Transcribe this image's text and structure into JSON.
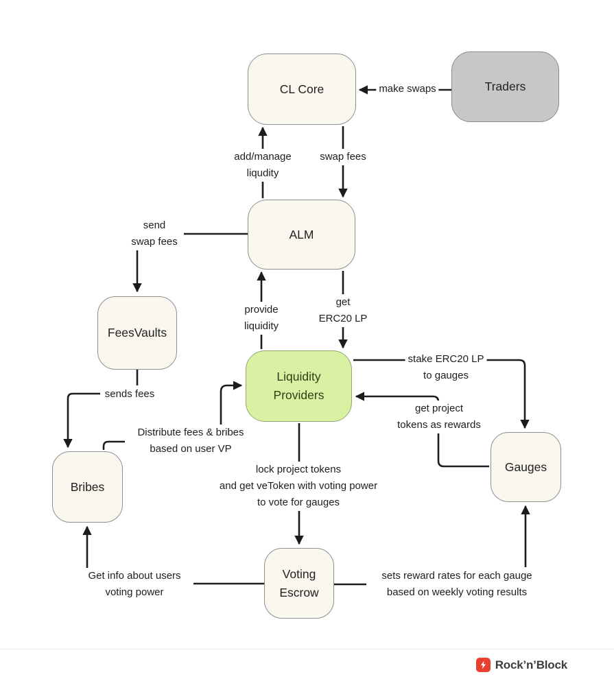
{
  "diagram": {
    "nodes": {
      "cl_core": "CL Core",
      "traders": "Traders",
      "alm": "ALM",
      "fees_vaults": "FeesVaults",
      "liquidity_providers": "Liquidity\nProviders",
      "bribes": "Bribes",
      "gauges": "Gauges",
      "voting_escrow": "Voting\nEscrow"
    },
    "edge_labels": {
      "make_swaps": "make swaps",
      "swap_fees": "swap fees",
      "add_manage_liquidity": "add/manage\nliqudity",
      "send_swap_fees": "send\nswap fees",
      "provide_liquidity": "provide\nliquidity",
      "get_erc20_lp": "get\nERC20 LP",
      "sends_fees": "sends fees",
      "distribute_fees": "Distribute fees & bribes\nbased on user VP",
      "stake_erc20": "stake ERC20 LP\nto gauges",
      "get_project_tokens": "get project\ntokens as rewards",
      "lock_tokens": "lock project tokens\nand get veToken with voting power\nto vote for gauges",
      "get_info": "Get info about users\nvoting power",
      "sets_reward_rates": "sets reward rates for each gauge\nbased on weekly voting results"
    },
    "colors": {
      "node_fill": "#faf7ef",
      "node_border": "#8f8f8f",
      "traders_fill": "#c7c7c7",
      "lp_fill": "#d9f1a2",
      "lp_border": "#8fa86e",
      "lp_text": "#2c3f14",
      "arrow": "#1c1c1c",
      "brand_red": "#e8402e"
    }
  },
  "footer": {
    "brand": "Rock’n’Block"
  }
}
